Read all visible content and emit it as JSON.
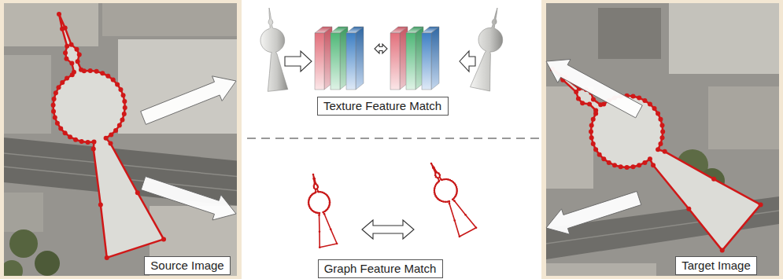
{
  "diagram": {
    "nodes": [
      {
        "text": [
          "Source Image"
        ]
      },
      {
        "text": [
          "Texture Feature Match"
        ]
      },
      {
        "text": [
          "Graph Feature Match"
        ]
      },
      {
        "text": [
          "Target Image"
        ]
      }
    ]
  }
}
